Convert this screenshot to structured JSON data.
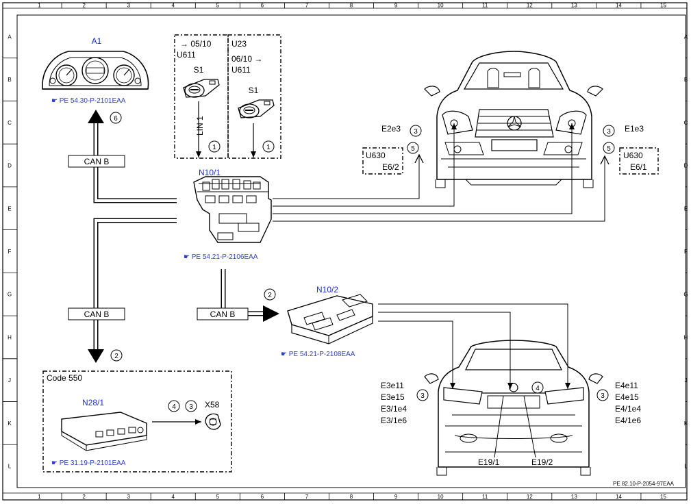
{
  "grid": {
    "columns": [
      "1",
      "2",
      "3",
      "4",
      "5",
      "6",
      "7",
      "8",
      "9",
      "10",
      "11",
      "12",
      "13",
      "14",
      "15"
    ],
    "rows": [
      "A",
      "B",
      "C",
      "D",
      "E",
      "F",
      "G",
      "H",
      "J",
      "K",
      "L"
    ]
  },
  "components": {
    "a1": {
      "label": "A1",
      "ref": "PE 54.30-P-2101EAA"
    },
    "n10_1": {
      "label": "N10/1",
      "ref": "PE 54.21-P-2106EAA"
    },
    "n10_2": {
      "label": "N10/2",
      "ref": "PE 54.21-P-2108EAA"
    },
    "n28_1": {
      "label": "N28/1",
      "ref": "PE 31.19-P-2101EAA"
    },
    "x58": {
      "label": "X58"
    }
  },
  "switch_box_left": {
    "line1": "→ 05/10",
    "line2": "U611",
    "switch": "S1",
    "bus": "LIN 1"
  },
  "switch_box_right": {
    "line1": "U23",
    "line2": "06/10 →",
    "line3": "U611",
    "switch": "S1"
  },
  "bus_labels": {
    "can_top": "CAN B",
    "can_mid": "CAN B",
    "can_n10_2": "CAN B"
  },
  "code_box": {
    "title": "Code 550"
  },
  "front_labels": {
    "left_lamp": "E2e3",
    "right_lamp": "E1e3",
    "left_box": [
      "U630",
      "E6/2"
    ],
    "right_box": [
      "U630",
      "E6/1"
    ]
  },
  "rear_labels": {
    "left": [
      "E3e11",
      "E3e15",
      "E3/1e4",
      "E3/1e6"
    ],
    "right": [
      "E4e11",
      "E4e15",
      "E4/1e4",
      "E4/1e6"
    ],
    "bottom_left": "E19/1",
    "bottom_right": "E19/2"
  },
  "circled": {
    "a1": "6",
    "lin_left": "1",
    "lin_right": "1",
    "e2e3_a": "3",
    "e2e3_b": "5",
    "e1e3_a": "3",
    "e1e3_b": "5",
    "n10_2": "2",
    "n28": "2",
    "x58_a": "4",
    "x58_b": "3",
    "rear_left": "3",
    "rear_center": "4",
    "rear_right": "3"
  },
  "footer": {
    "doc_id": "PE 82.10-P-2054-97EAA"
  }
}
